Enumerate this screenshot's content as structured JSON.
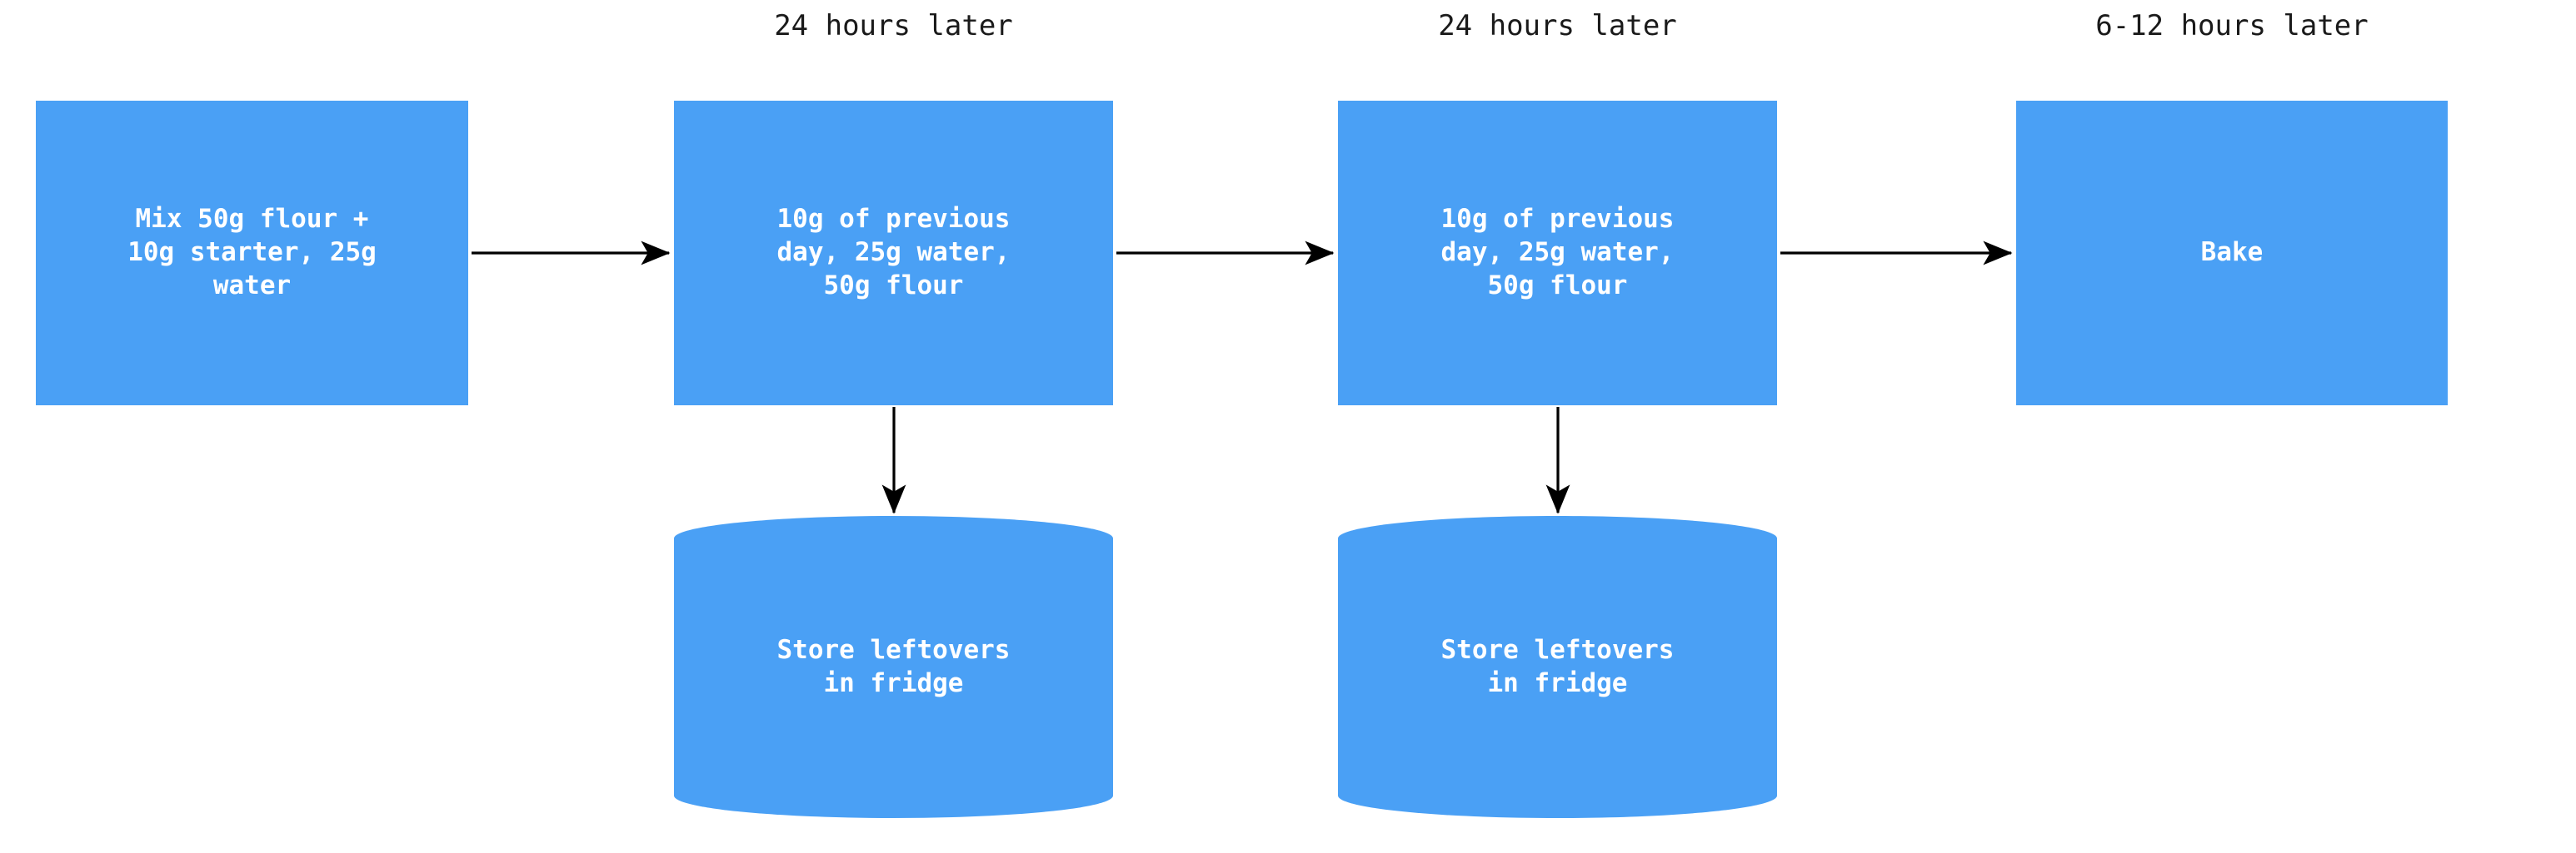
{
  "diagram": {
    "type": "flowchart",
    "direction": "left-to-right",
    "background_color": "#ffffff",
    "node_fill_color": "#4AA0F5",
    "node_text_color": "#ffffff",
    "edge_color": "#000000",
    "edge_label_color": "#1a1a1a",
    "nodes": [
      {
        "id": "mix",
        "shape": "rect",
        "label": "Mix 50g flour +\n10g starter, 25g\nwater"
      },
      {
        "id": "day2",
        "shape": "rect",
        "label": "10g of previous\nday, 25g water,\n50g flour"
      },
      {
        "id": "day3",
        "shape": "rect",
        "label": "10g of previous\nday, 25g water,\n50g flour"
      },
      {
        "id": "bake",
        "shape": "rect",
        "label": "Bake"
      },
      {
        "id": "store1",
        "shape": "cylinder",
        "label": "Store leftovers\nin fridge"
      },
      {
        "id": "store2",
        "shape": "cylinder",
        "label": "Store leftovers\nin fridge"
      }
    ],
    "edges": [
      {
        "id": "e1",
        "from": "mix",
        "to": "day2",
        "label": "24 hours later",
        "orientation": "horizontal"
      },
      {
        "id": "e2",
        "from": "day2",
        "to": "day3",
        "label": "24 hours later",
        "orientation": "horizontal"
      },
      {
        "id": "e3",
        "from": "day3",
        "to": "bake",
        "label": "6-12 hours later",
        "orientation": "horizontal"
      },
      {
        "id": "e4",
        "from": "day2",
        "to": "store1",
        "label": "",
        "orientation": "vertical"
      },
      {
        "id": "e5",
        "from": "day3",
        "to": "store2",
        "label": "",
        "orientation": "vertical"
      }
    ]
  }
}
